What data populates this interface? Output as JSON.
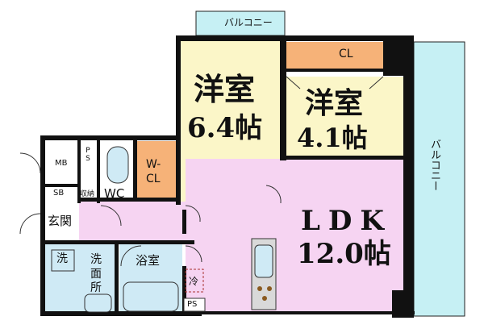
{
  "rooms": {
    "balcony_top": "バルコニー",
    "balcony_right": "バルコニー",
    "western_room_1": {
      "name": "洋室",
      "size": "6.4帖"
    },
    "western_room_2": {
      "name": "洋室",
      "size": "4.1帖"
    },
    "closet": "CL",
    "walk_in_closet": "W-\nCL",
    "wc": "WC",
    "mb": "MB",
    "ps_top": "PS",
    "sb": "SB",
    "storage": "収納",
    "entrance": "玄関",
    "washer": "洗",
    "washroom": "洗\n面\n所",
    "bathroom": "浴室",
    "fridge": "冷",
    "ps_bottom": "PS",
    "ldk": {
      "name": "LDK",
      "size": "12.0帖"
    }
  },
  "colors": {
    "balcony": "#c6f0f4",
    "western": "#fbf6c8",
    "closet": "#f6b278",
    "ldk": "#f6d4f2",
    "wet": "#cfeaf5",
    "wall": "#111111"
  }
}
